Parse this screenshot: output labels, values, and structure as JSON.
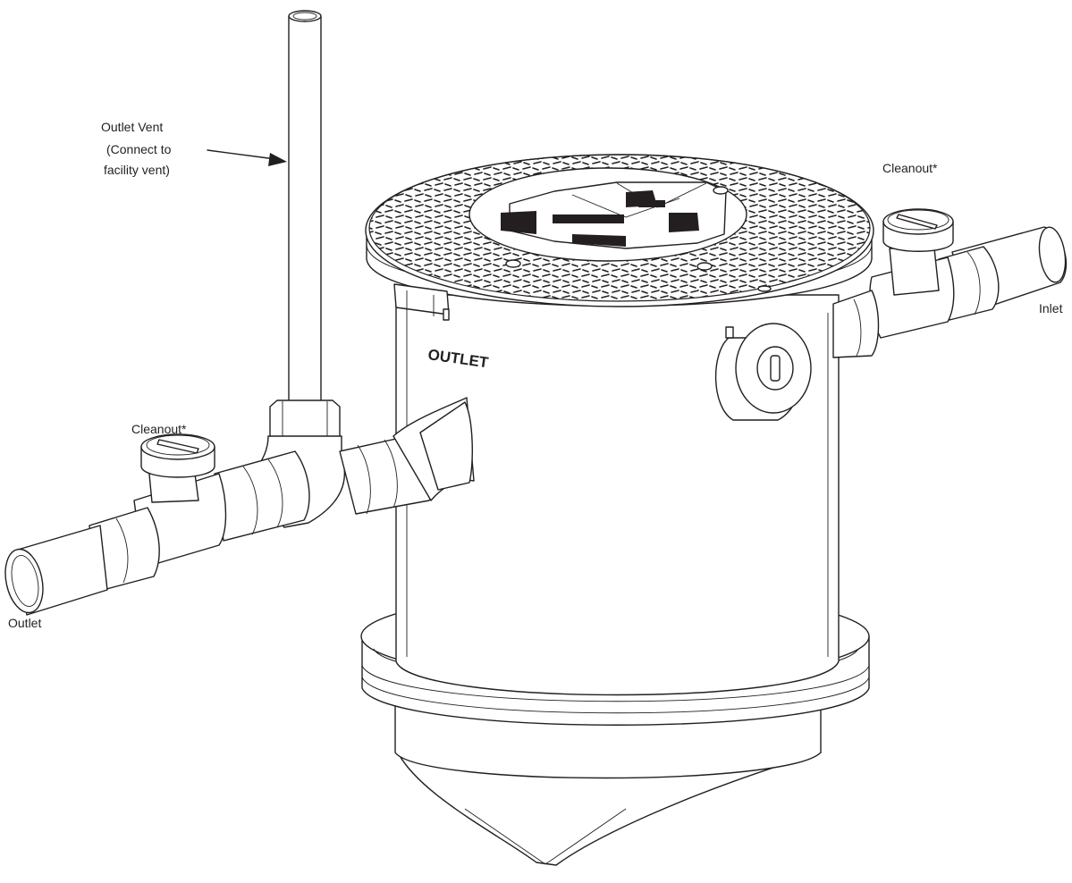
{
  "labels": {
    "outlet_vent_line1": "Outlet Vent",
    "outlet_vent_line2": "(Connect to",
    "outlet_vent_line3": "facility vent)",
    "cleanout_left": "Cleanout*",
    "cleanout_right": "Cleanout*",
    "outlet": "Outlet",
    "inlet": "Inlet",
    "outlet_embossed": "OUTLET"
  },
  "colors": {
    "line": "#231f20",
    "background": "#ffffff"
  }
}
